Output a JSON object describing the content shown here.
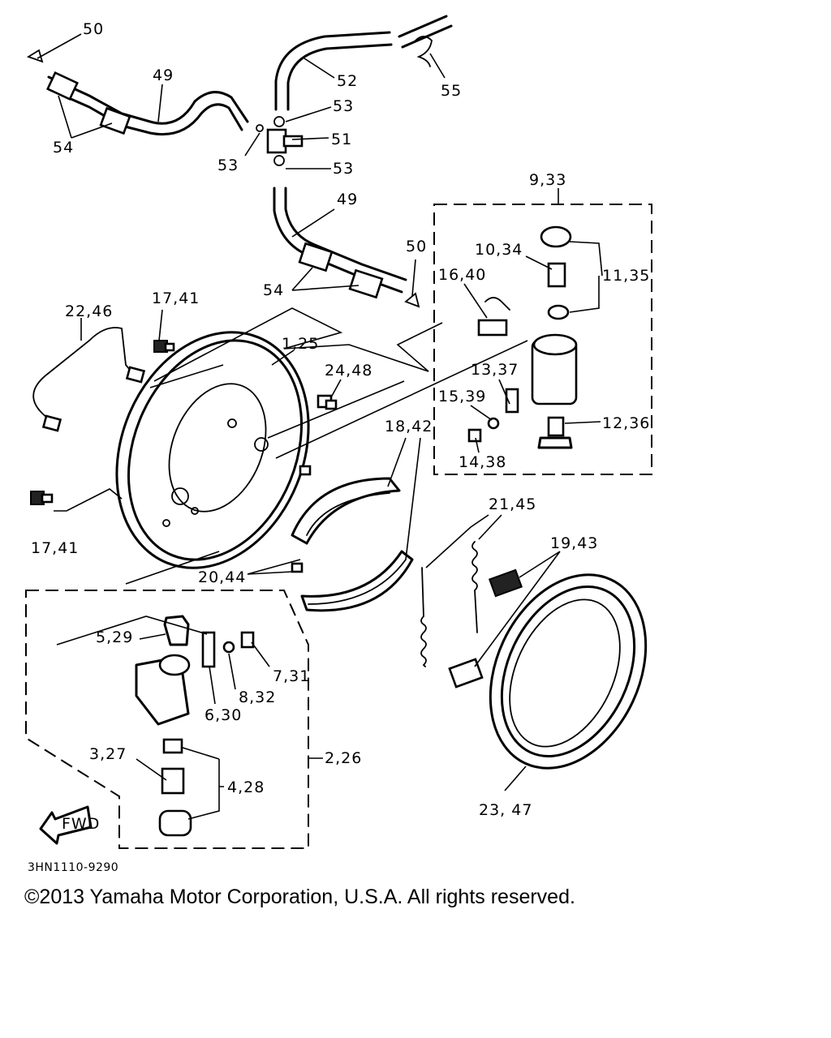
{
  "labels": {
    "l50a": "50",
    "l49a": "49",
    "l52": "52",
    "l55": "55",
    "l53a": "53",
    "l51": "51",
    "l53b": "53",
    "l53c": "53",
    "l54a": "54",
    "l49b": "49",
    "l9_33": "9,33",
    "l50b": "50",
    "l10_34": "10,34",
    "l11_35": "11,35",
    "l16_40": "16,40",
    "l54b": "54",
    "l17_41a": "17,41",
    "l22_46": "22,46",
    "l1_25": "1,25",
    "l24_48": "24,48",
    "l13_37": "13,37",
    "l15_39": "15,39",
    "l18_42": "18,42",
    "l12_36": "12,36",
    "l14_38": "14,38",
    "l21_45": "21,45",
    "l19_43": "19,43",
    "l17_41b": "17,41",
    "l20_44": "20,44",
    "l5_29": "5,29",
    "l7_31": "7,31",
    "l8_32": "8,32",
    "l6_30": "6,30",
    "l3_27": "3,27",
    "l2_26": "2,26",
    "l4_28": "4,28",
    "l23_47": "23, 47",
    "fwd": "FWD"
  },
  "diagram_code": "3HN1110-9290",
  "copyright": "©2013 Yamaha Motor Corporation, U.S.A. All rights reserved."
}
